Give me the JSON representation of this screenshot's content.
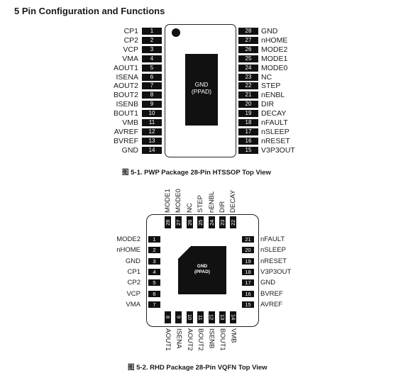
{
  "title": "5 Pin Configuration and Functions",
  "pwp": {
    "caption": "图 5-1. PWP Package 28-Pin HTSSOP Top View",
    "pad_label": [
      "GND",
      "(PPAD)"
    ],
    "left_pins": [
      {
        "num": "1",
        "name": "CP1"
      },
      {
        "num": "2",
        "name": "CP2"
      },
      {
        "num": "3",
        "name": "VCP"
      },
      {
        "num": "4",
        "name": "VMA"
      },
      {
        "num": "5",
        "name": "AOUT1"
      },
      {
        "num": "6",
        "name": "ISENA"
      },
      {
        "num": "7",
        "name": "AOUT2"
      },
      {
        "num": "8",
        "name": "BOUT2"
      },
      {
        "num": "9",
        "name": "ISENB"
      },
      {
        "num": "10",
        "name": "BOUT1"
      },
      {
        "num": "11",
        "name": "VMB"
      },
      {
        "num": "12",
        "name": "AVREF"
      },
      {
        "num": "13",
        "name": "BVREF"
      },
      {
        "num": "14",
        "name": "GND"
      }
    ],
    "right_pins": [
      {
        "num": "28",
        "name": "GND"
      },
      {
        "num": "27",
        "name": "nHOME"
      },
      {
        "num": "26",
        "name": "MODE2"
      },
      {
        "num": "25",
        "name": "MODE1"
      },
      {
        "num": "24",
        "name": "MODE0"
      },
      {
        "num": "23",
        "name": "NC"
      },
      {
        "num": "22",
        "name": "STEP"
      },
      {
        "num": "21",
        "name": "nENBL"
      },
      {
        "num": "20",
        "name": "DIR"
      },
      {
        "num": "19",
        "name": "DECAY"
      },
      {
        "num": "18",
        "name": "nFAULT"
      },
      {
        "num": "17",
        "name": "nSLEEP"
      },
      {
        "num": "16",
        "name": "nRESET"
      },
      {
        "num": "15",
        "name": "V3P3OUT"
      }
    ]
  },
  "rhd": {
    "caption": "图 5-2. RHD Package 28-Pin VQFN Top View",
    "pad_label": [
      "GND",
      "(PPAD)"
    ],
    "left_pins": [
      {
        "num": "1",
        "name": "MODE2"
      },
      {
        "num": "2",
        "name": "nHOME"
      },
      {
        "num": "3",
        "name": "GND"
      },
      {
        "num": "4",
        "name": "CP1"
      },
      {
        "num": "5",
        "name": "CP2"
      },
      {
        "num": "6",
        "name": "VCP"
      },
      {
        "num": "7",
        "name": "VMA"
      }
    ],
    "right_pins": [
      {
        "num": "21",
        "name": "nFAULT"
      },
      {
        "num": "20",
        "name": "nSLEEP"
      },
      {
        "num": "19",
        "name": "nRESET"
      },
      {
        "num": "18",
        "name": "V3P3OUT"
      },
      {
        "num": "17",
        "name": "GND"
      },
      {
        "num": "16",
        "name": "BVREF"
      },
      {
        "num": "15",
        "name": "AVREF"
      }
    ],
    "top_pins": [
      {
        "num": "28",
        "name": "MODE1"
      },
      {
        "num": "27",
        "name": "MODE0"
      },
      {
        "num": "26",
        "name": "NC"
      },
      {
        "num": "25",
        "name": "STEP"
      },
      {
        "num": "24",
        "name": "nENBL"
      },
      {
        "num": "23",
        "name": "DIR"
      },
      {
        "num": "22",
        "name": "DECAY"
      }
    ],
    "bottom_pins": [
      {
        "num": "8",
        "name": "AOUT1"
      },
      {
        "num": "9",
        "name": "ISENA"
      },
      {
        "num": "10",
        "name": "AOUT2"
      },
      {
        "num": "11",
        "name": "BOUT2"
      },
      {
        "num": "12",
        "name": "ISENB"
      },
      {
        "num": "13",
        "name": "BOUT1"
      },
      {
        "num": "14",
        "name": "VMB"
      }
    ]
  }
}
